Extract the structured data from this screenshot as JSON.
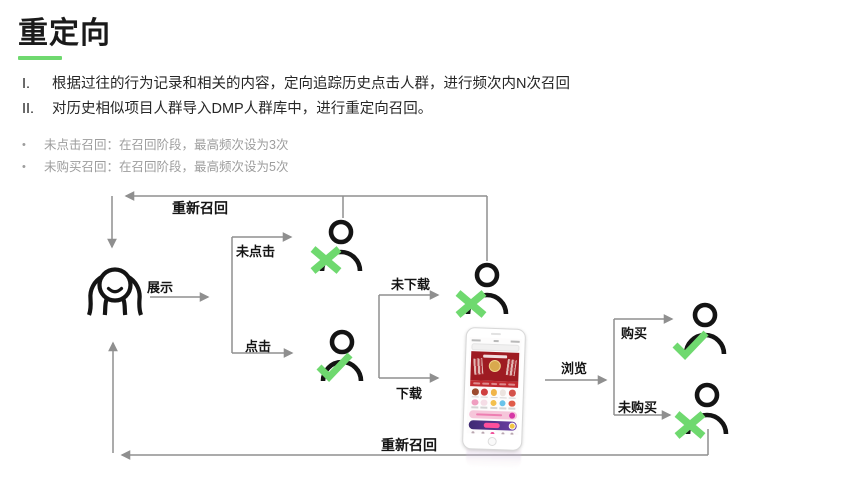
{
  "slide": {
    "title": "重定向",
    "numbered_items": [
      {
        "marker": "I.",
        "text": "根据过往的行为记录和相关的内容，定向追踪历史点击人群，进行频次内N次召回"
      },
      {
        "marker": "II.",
        "text": "对历史相似项目人群导入DMP人群库中，进行重定向召回。"
      }
    ],
    "bullets": [
      {
        "dot": "•",
        "text": "未点击召回：在召回阶段，最高频次设为3次"
      },
      {
        "dot": "•",
        "text": "未购买召回：在召回阶段，最高频次设为5次"
      }
    ],
    "colors": {
      "accent_green": "#6FD96F",
      "connector_gray": "#8F8F8F",
      "ink": "#1A1A1A",
      "muted_text": "#9D9D9D",
      "phone_banner_red": "#9E1B22",
      "phone_purple": "#4A2A7E"
    }
  },
  "flowchart": {
    "labels": {
      "recall_top": "重新召回",
      "show": "展示",
      "no_click": "未点击",
      "click": "点击",
      "no_download": "未下载",
      "download": "下载",
      "browse": "浏览",
      "purchase": "购买",
      "no_purchase": "未购买",
      "recall_bottom": "重新召回"
    },
    "nodes": [
      {
        "id": "audience-source",
        "icon": "octopus-user-icon",
        "mark": "none"
      },
      {
        "id": "no-click-user",
        "icon": "person-icon",
        "mark": "x-mark-green"
      },
      {
        "id": "click-user",
        "icon": "person-icon",
        "mark": "check-mark-green"
      },
      {
        "id": "no-download-user",
        "icon": "person-icon",
        "mark": "x-mark-green"
      },
      {
        "id": "app-screen",
        "icon": "phone-mockup",
        "mark": "none"
      },
      {
        "id": "purchase-user",
        "icon": "person-icon",
        "mark": "check-mark-green"
      },
      {
        "id": "no-purchase-user",
        "icon": "person-icon",
        "mark": "x-mark-green"
      }
    ]
  }
}
